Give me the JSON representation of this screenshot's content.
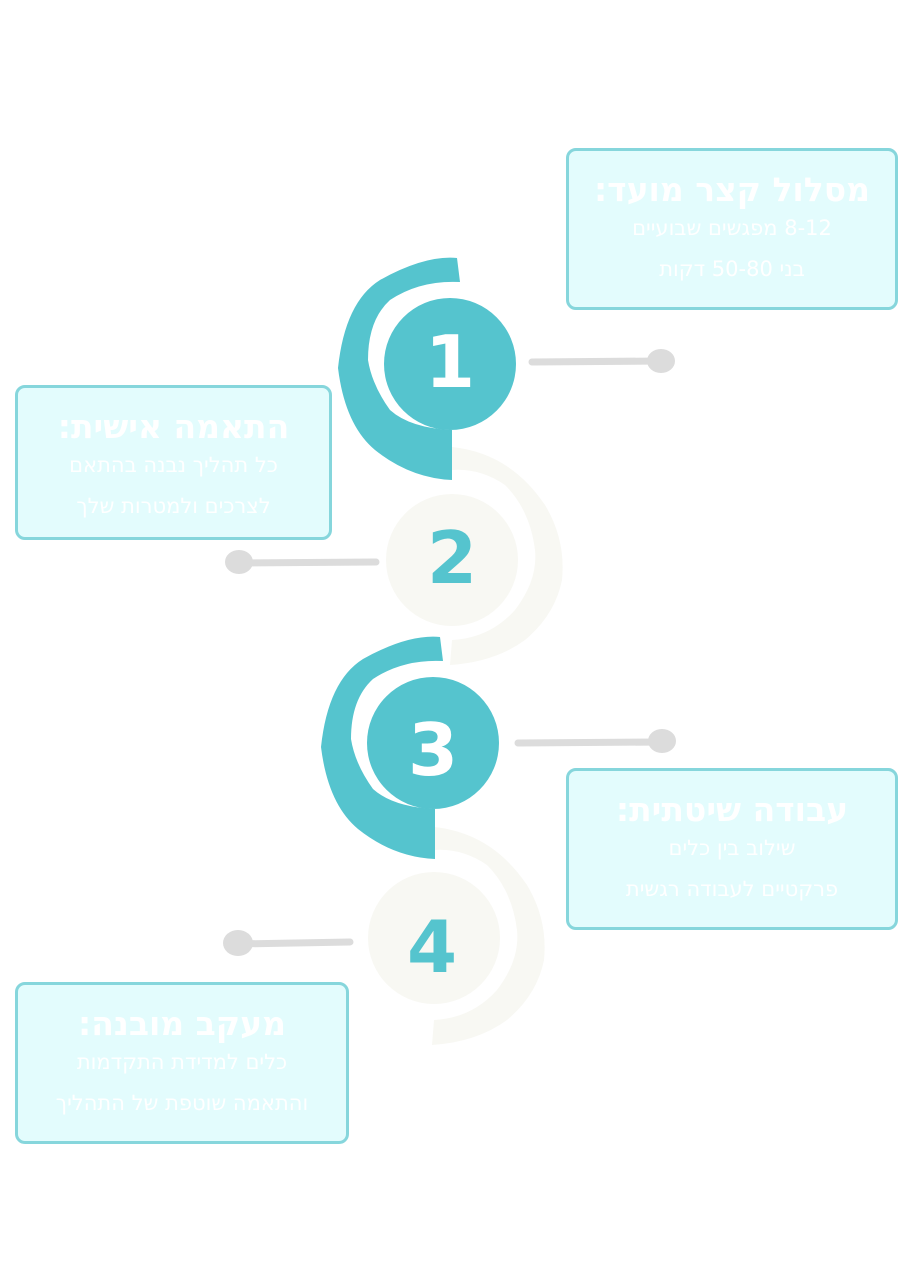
{
  "steps": [
    {
      "number": "1",
      "title": "מסלול קצר מועד:",
      "lines": [
        "8-12 מפגשים שבועיים",
        "בני 50-80 דקות"
      ]
    },
    {
      "number": "2",
      "title": "התאמה אישית:",
      "lines": [
        "כל תהליך נבנה בהתאם",
        "לצרכים ולמטרות שלך"
      ]
    },
    {
      "number": "3",
      "title": "עבודה שיטתית:",
      "lines": [
        "שילוב בין כלים",
        "פרקטיים לעבודה רגשית"
      ]
    },
    {
      "number": "4",
      "title": "מעקב מובנה:",
      "lines": [
        "כלים למדידת התקדמות",
        "והתאמה שוטפת של התהליך"
      ]
    }
  ],
  "colors": {
    "teal": "#55c4ce",
    "card_bg": "#e3fcfd",
    "card_border": "#86d6dc",
    "light": "#f8f8f3",
    "connector": "#dcdcdc"
  }
}
